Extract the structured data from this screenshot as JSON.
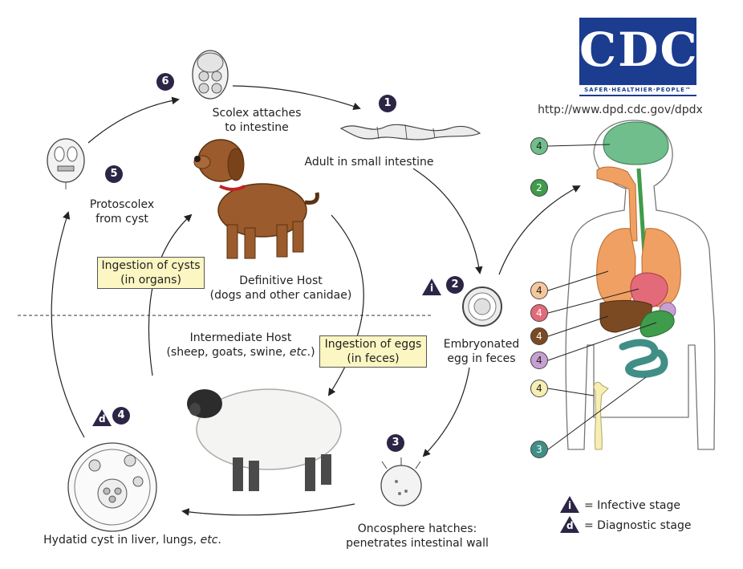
{
  "logo": {
    "letters": "CDC",
    "tagline": "SAFER·HEALTHIER·PEOPLE™"
  },
  "url": "http://www.dpd.cdc.gov/dpdx",
  "stages": {
    "s1": {
      "num": "1",
      "label": "Adult in small intestine"
    },
    "s2": {
      "num": "2",
      "label_line1": "Embryonated",
      "label_line2": "egg in feces"
    },
    "s3": {
      "num": "3",
      "label_line1": "Oncosphere hatches:",
      "label_line2": "penetrates intestinal wall"
    },
    "s4": {
      "num": "4",
      "label_prefix": "Hydatid cyst in liver, lungs, ",
      "label_em": "etc",
      "label_suffix": "."
    },
    "s5": {
      "num": "5",
      "label_line1": "Protoscolex",
      "label_line2": "from cyst"
    },
    "s6": {
      "num": "6",
      "label_line1": "Scolex attaches",
      "label_line2": "to intestine"
    }
  },
  "hosts": {
    "definitive_line1": "Definitive Host",
    "definitive_line2": "(dogs and other canidae)",
    "intermediate_line1": "Intermediate Host",
    "intermediate_prefix": "(sheep, goats, swine, ",
    "intermediate_em": "etc",
    "intermediate_suffix": ".)"
  },
  "boxes": {
    "cysts_line1": "Ingestion of cysts",
    "cysts_line2": "(in organs)",
    "eggs_line1": "Ingestion of eggs",
    "eggs_line2": "(in feces)"
  },
  "badges": {
    "infective_letter": "i",
    "diagnostic_letter": "d"
  },
  "legend": {
    "infective_letter": "i",
    "infective_text": "= Infective stage",
    "diagnostic_letter": "d",
    "diagnostic_text": "= Diagnostic stage"
  },
  "organ_markers": [
    {
      "num": "4",
      "color": "#6fbe8b"
    },
    {
      "num": "2",
      "color": "#3f9c4a"
    },
    {
      "num": "4",
      "color": "#f6c79a"
    },
    {
      "num": "4",
      "color": "#e36a78"
    },
    {
      "num": "4",
      "color": "#7b4a22"
    },
    {
      "num": "4",
      "color": "#c7a0d3"
    },
    {
      "num": "4",
      "color": "#f7eeb4"
    },
    {
      "num": "3",
      "color": "#3f8f86"
    }
  ],
  "colors": {
    "badge_dark": "#2d2545",
    "box_fill": "#fbf6c2",
    "lungs": "#f0a062",
    "liver": "#7b4a22",
    "heart": "#e36a78",
    "intestine": "#3f8f86",
    "brain": "#6fbe8b",
    "logo_blue": "#1b3c8f"
  }
}
